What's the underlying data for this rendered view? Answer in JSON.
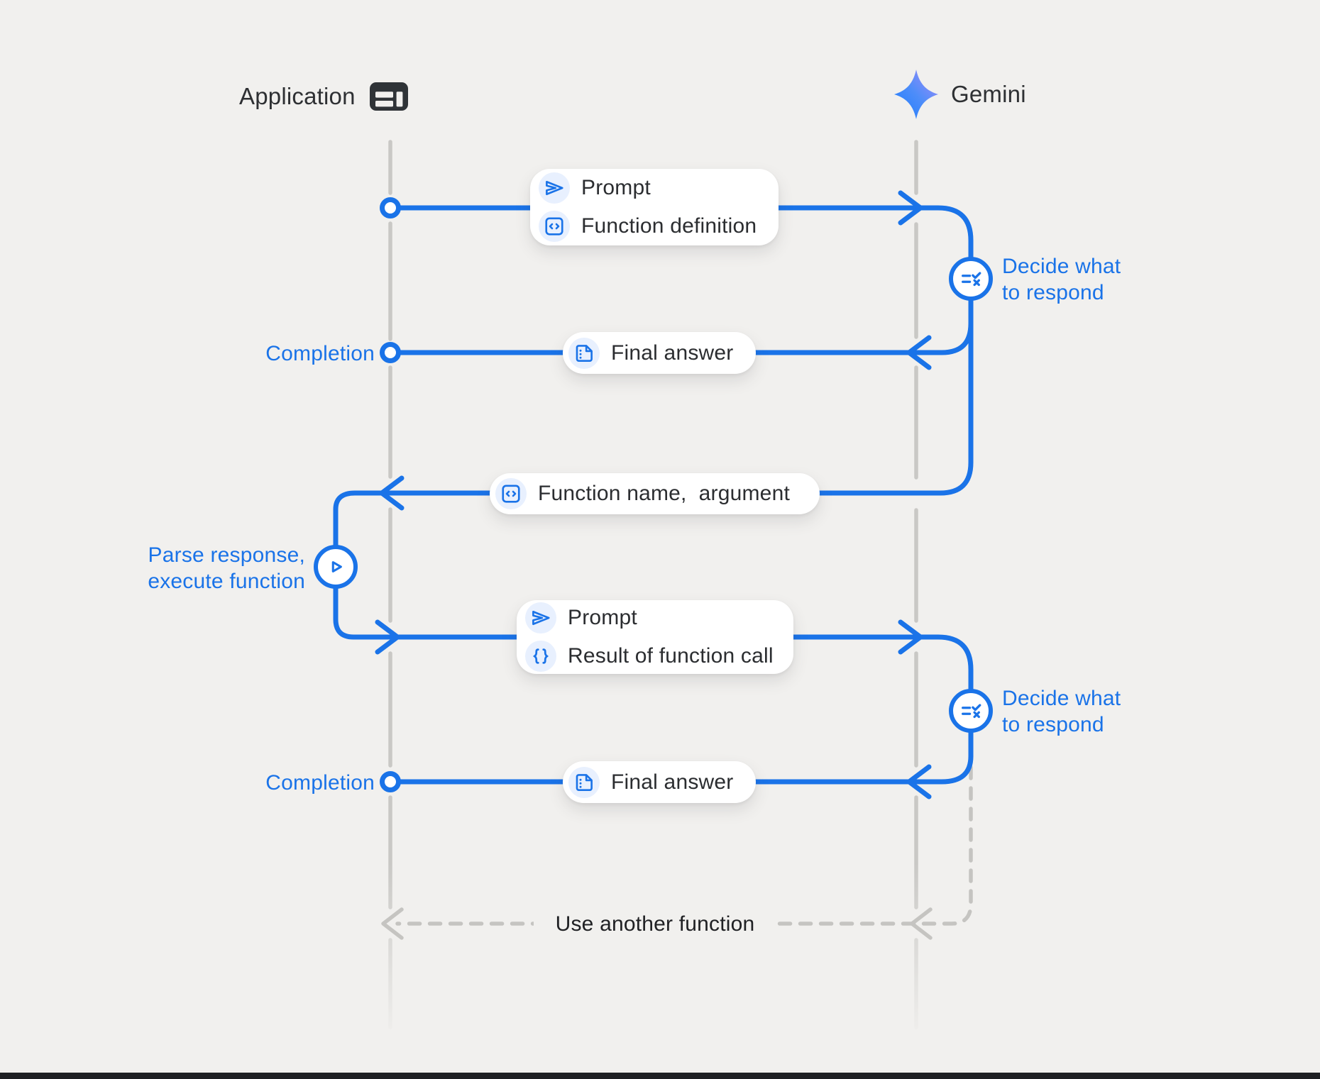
{
  "colors": {
    "blue": "#1a73e8",
    "icon_chip_bg": "#e8f0fe",
    "lifeline_gray": "#c9c8c5",
    "dark_text": "#202124",
    "background": "#f1f0ee"
  },
  "actors": {
    "application": {
      "label": "Application",
      "icon": "app-window-icon"
    },
    "gemini": {
      "label": "Gemini",
      "icon": "gemini-sparkle-icon"
    }
  },
  "messages": {
    "prompt_with_definition": {
      "rows": [
        {
          "icon": "send-icon",
          "label": "Prompt"
        },
        {
          "icon": "code-icon",
          "label": "Function definition"
        }
      ]
    },
    "final_answer_1": {
      "icon": "document-icon",
      "label": "Final answer"
    },
    "function_name": {
      "icon": "code-icon",
      "label": "Function name,  argument"
    },
    "prompt_with_result": {
      "rows": [
        {
          "icon": "send-icon",
          "label": "Prompt"
        },
        {
          "icon": "braces-icon",
          "label": "Result of function call"
        }
      ]
    },
    "final_answer_2": {
      "icon": "document-icon",
      "label": "Final answer"
    },
    "use_another_function": {
      "label": "Use another function"
    }
  },
  "annotations": {
    "decide_1": {
      "icon": "rule-icon",
      "lines": [
        "Decide what",
        "to respond"
      ]
    },
    "decide_2": {
      "icon": "rule-icon",
      "lines": [
        "Decide what",
        "to respond"
      ]
    },
    "completion_1": {
      "label": "Completion"
    },
    "completion_2": {
      "label": "Completion"
    },
    "parse_execute": {
      "icon": "play-icon",
      "lines": [
        "Parse response,",
        "execute function"
      ]
    }
  }
}
